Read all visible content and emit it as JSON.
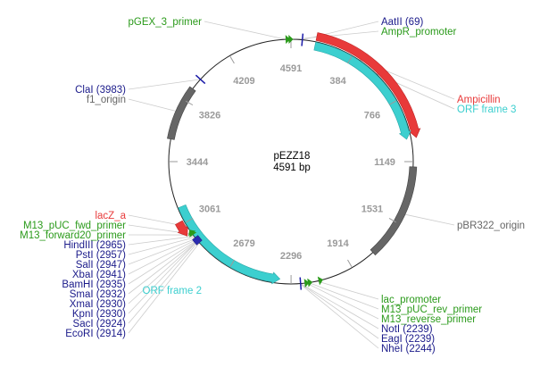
{
  "plasmid": {
    "name": "pEZZ18",
    "length_label": "4591 bp",
    "total_bp": 4591
  },
  "colors": {
    "backbone": "#222222",
    "promoter_primer": "#2a9a1a",
    "enzyme": "#1a1a8a",
    "ampicillin": "#e83a3a",
    "orf": "#3ccfcf",
    "rep_origin": "#666666",
    "tick": "#9a9a9a",
    "leader_line": "#cccccc"
  },
  "ticks": [
    {
      "bp": 1,
      "label": "4591"
    },
    {
      "bp": 384,
      "label": "384"
    },
    {
      "bp": 766,
      "label": "766"
    },
    {
      "bp": 1149,
      "label": "1149"
    },
    {
      "bp": 1531,
      "label": "1531"
    },
    {
      "bp": 1914,
      "label": "1914"
    },
    {
      "bp": 2296,
      "label": "2296"
    },
    {
      "bp": 2679,
      "label": "2679"
    },
    {
      "bp": 3061,
      "label": "3061"
    },
    {
      "bp": 3444,
      "label": "3444"
    },
    {
      "bp": 3826,
      "label": "3826"
    },
    {
      "bp": 4209,
      "label": "4209"
    }
  ],
  "features": [
    {
      "name": "Ampicillin",
      "type": "ampicillin",
      "start": 150,
      "end": 1010,
      "direction": "forward",
      "track": "outer"
    },
    {
      "name": "ORF frame 3",
      "type": "orf",
      "start": 150,
      "end": 1010,
      "direction": "forward",
      "track": "inner"
    },
    {
      "name": "pBR322_origin",
      "type": "rep_origin",
      "start": 1180,
      "end": 1760,
      "direction": "none",
      "track": "on"
    },
    {
      "name": "f1_origin",
      "type": "rep_origin",
      "start": 3580,
      "end": 3910,
      "direction": "none",
      "track": "on"
    },
    {
      "name": "lacZ_a",
      "type": "ampicillin",
      "start": 2990,
      "end": 3080,
      "direction": "reverse",
      "track": "outer"
    },
    {
      "name": "ORF frame 2",
      "type": "orf",
      "start": 2365,
      "end": 3160,
      "direction": "reverse",
      "track": "inner"
    }
  ],
  "labels_right": [
    {
      "text": "AatII (69)",
      "type": "enzyme",
      "bp": 69
    },
    {
      "text": "AmpR_promoter",
      "type": "promoter_primer",
      "bp": 20
    },
    {
      "text": "Ampicillin",
      "type": "ampicillin",
      "bp": 420
    },
    {
      "text": "ORF frame 3",
      "type": "orf",
      "bp": 560
    },
    {
      "text": "pBR322_origin",
      "type": "rep_origin",
      "bp": 1470
    },
    {
      "text": "lac_promoter",
      "type": "promoter_primer",
      "bp": 2140
    },
    {
      "text": "M13_pUC_rev_primer",
      "type": "promoter_primer",
      "bp": 2190
    },
    {
      "text": "M13_reverse_primer",
      "type": "promoter_primer",
      "bp": 2205
    },
    {
      "text": "NotI (2239)",
      "type": "enzyme",
      "bp": 2239
    },
    {
      "text": "EagI (2239)",
      "type": "enzyme",
      "bp": 2239
    },
    {
      "text": "NheI (2244)",
      "type": "enzyme",
      "bp": 2244
    }
  ],
  "labels_left": [
    {
      "text": "pGEX_3_primer",
      "type": "promoter_primer",
      "bp": 4560
    },
    {
      "text": "ClaI (3983)",
      "type": "enzyme",
      "bp": 3983
    },
    {
      "text": "f1_origin",
      "type": "rep_origin",
      "bp": 3750
    },
    {
      "text": "lacZ_a",
      "type": "ampicillin",
      "bp": 3035
    },
    {
      "text": "M13_pUC_fwd_primer",
      "type": "promoter_primer",
      "bp": 2980
    },
    {
      "text": "M13_forward20_primer",
      "type": "promoter_primer",
      "bp": 2975
    },
    {
      "text": "HindIII (2965)",
      "type": "enzyme",
      "bp": 2965
    },
    {
      "text": "PstI (2957)",
      "type": "enzyme",
      "bp": 2957
    },
    {
      "text": "SalI (2947)",
      "type": "enzyme",
      "bp": 2947
    },
    {
      "text": "XbaI (2941)",
      "type": "enzyme",
      "bp": 2941
    },
    {
      "text": "BamHI (2935)",
      "type": "enzyme",
      "bp": 2935
    },
    {
      "text": "SmaI (2932)",
      "type": "enzyme",
      "bp": 2932
    },
    {
      "text": "XmaI (2930)",
      "type": "enzyme",
      "bp": 2930
    },
    {
      "text": "KpnI (2930)",
      "type": "enzyme",
      "bp": 2930
    },
    {
      "text": "SacI (2924)",
      "type": "enzyme",
      "bp": 2924
    },
    {
      "text": "EcoRI (2914)",
      "type": "enzyme",
      "bp": 2914
    }
  ],
  "orf_label_left": {
    "text": "ORF frame 2",
    "type": "orf",
    "bp": 2480
  },
  "site_marks": [
    {
      "name": "AatII",
      "bp": 69,
      "kind": "cut"
    },
    {
      "name": "ClaI",
      "bp": 3983,
      "kind": "cut"
    },
    {
      "name": "NotI",
      "bp": 2239,
      "kind": "cut"
    },
    {
      "name": "MCS",
      "bp": 2935,
      "kind": "cut-cluster"
    },
    {
      "name": "pGEX_3_primer",
      "bp": 4560,
      "kind": "primer-arrow-forward"
    },
    {
      "name": "AmpR_promoter",
      "bp": 4578,
      "kind": "primer-arrow-forward"
    },
    {
      "name": "lac_promoter",
      "bp": 2130,
      "kind": "primer-arrow-reverse"
    },
    {
      "name": "M13_pUC_rev_primer",
      "bp": 2195,
      "kind": "primer-arrow-reverse"
    },
    {
      "name": "M13_reverse_primer",
      "bp": 2215,
      "kind": "primer-arrow-reverse"
    },
    {
      "name": "M13_pUC_fwd_primer",
      "bp": 2985,
      "kind": "primer-arrow-forward"
    },
    {
      "name": "M13_forward20_primer",
      "bp": 2975,
      "kind": "primer-arrow-forward"
    }
  ]
}
